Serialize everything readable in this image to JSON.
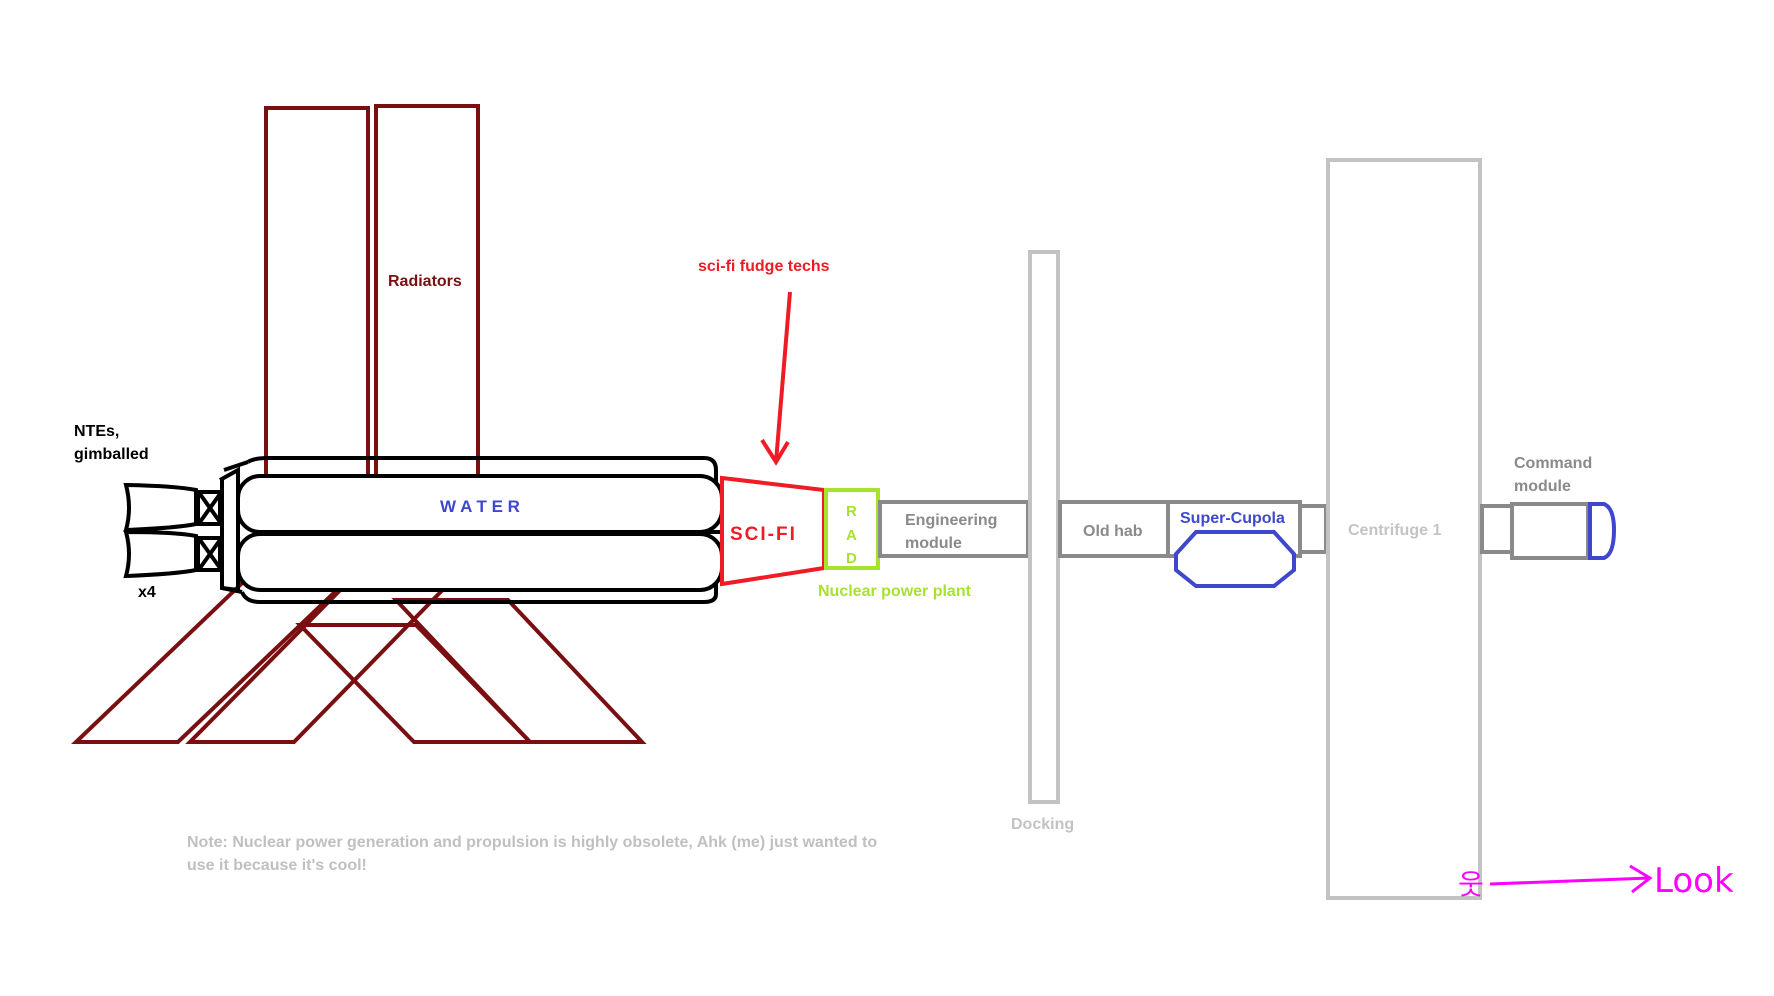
{
  "colors": {
    "maroon": "#7a0f12",
    "black": "#000000",
    "red": "#ee1c24",
    "lime": "#a6e22e",
    "gray": "#8a8a8a",
    "light_gray": "#c3c3c3",
    "blue": "#3f48cc",
    "magenta": "#ff00ff",
    "note_gray": "#c0c0c0"
  },
  "labels": {
    "ntes": "NTEs,",
    "gimballed": "gimballed",
    "x4": "x4",
    "radiators": "Radiators",
    "scifi_fudge": "sci-fi fudge techs",
    "water": "W A T E R",
    "scifi": "SCI-FI",
    "rad_r": "R",
    "rad_a": "A",
    "rad_d": "D",
    "nuclear_power_plant": "Nuclear power plant",
    "engineering_1": "Engineering",
    "engineering_2": "module",
    "docking": "Docking",
    "old_hab": "Old hab",
    "super_cupola": "Super-Cupola",
    "centrifuge": "Centrifuge 1",
    "command_1": "Command",
    "command_2": "module",
    "note_1": "Note: Nuclear power generation and propulsion is highly obsolete, Ahk (me) just wanted to",
    "note_2": "use it because it's cool!",
    "look": "Look",
    "figure_glyph": "웃"
  }
}
